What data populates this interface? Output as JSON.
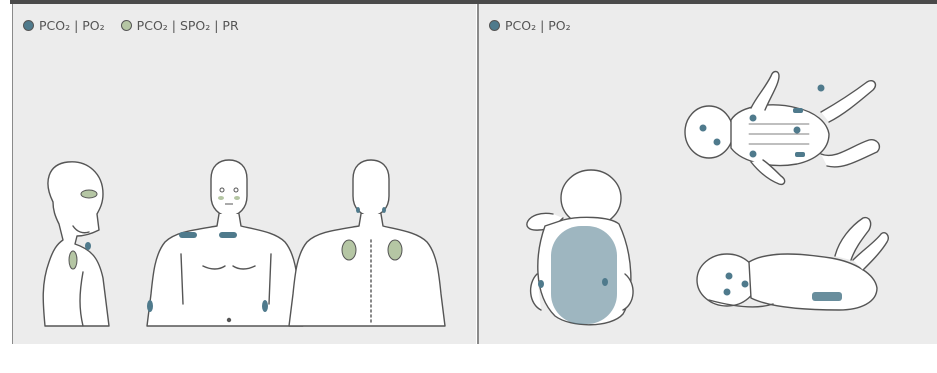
{
  "left_panel": {
    "legend": [
      {
        "label": "PCO₂ | PO₂",
        "color": "#4f7a8c"
      },
      {
        "label": "PCO₂ | SPO₂ | PR",
        "color": "#b5c6a4"
      }
    ],
    "figures": [
      "adult-side-view",
      "adult-front-view",
      "adult-back-view"
    ]
  },
  "right_panel": {
    "legend": [
      {
        "label": "PCO₂ | PO₂",
        "color": "#4f7a8c"
      }
    ],
    "figures": [
      "infant-back-view",
      "infant-supine-view",
      "infant-prone-view"
    ]
  },
  "colors": {
    "sensor_blue": "#4f7a8c",
    "sensor_green": "#b5c6a4",
    "panel_bg": "#ececec",
    "outline": "#555555"
  }
}
